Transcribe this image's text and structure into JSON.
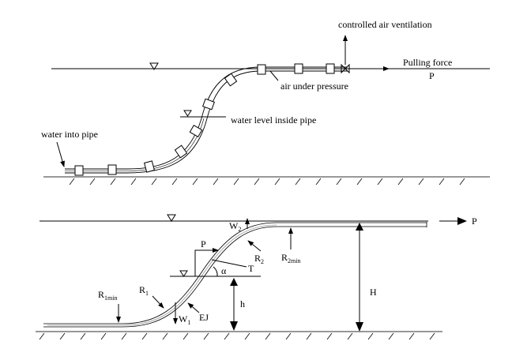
{
  "top": {
    "ventilation_label": "controlled air ventilation",
    "pulling_force_label": "Pulling force",
    "pulling_force_symbol": "P",
    "air_label": "air under pressure",
    "water_level_label": "water level inside pipe",
    "water_into_label": "water into pipe"
  },
  "bottom": {
    "P_right": "P",
    "P_force": "P",
    "W2": "W",
    "W2_sub": "2",
    "W1": "W",
    "W1_sub": "1",
    "R2": "R",
    "R2_sub": "2",
    "R2min": "R",
    "R2min_sub": "2min",
    "R1": "R",
    "R1_sub": "1",
    "R1min": "R",
    "R1min_sub": "1min",
    "T": "T",
    "alpha": "α",
    "EJ": "EJ",
    "h": "h",
    "H": "H"
  }
}
